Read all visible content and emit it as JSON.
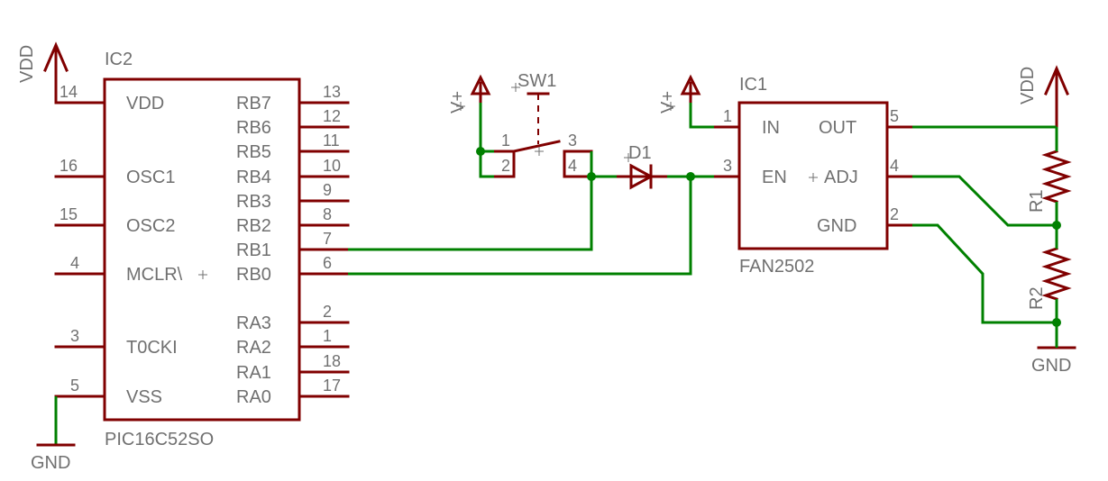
{
  "ic2": {
    "name": "IC2",
    "value": "PIC16C52SO",
    "pins_left": [
      {
        "num": "14",
        "name": "VDD"
      },
      {
        "num": "16",
        "name": "OSC1"
      },
      {
        "num": "15",
        "name": "OSC2"
      },
      {
        "num": "4",
        "name": "MCLR\\"
      },
      {
        "num": "3",
        "name": "T0CKI"
      },
      {
        "num": "5",
        "name": "VSS"
      }
    ],
    "pins_right": [
      {
        "num": "13",
        "name": "RB7"
      },
      {
        "num": "12",
        "name": "RB6"
      },
      {
        "num": "11",
        "name": "RB5"
      },
      {
        "num": "10",
        "name": "RB4"
      },
      {
        "num": "9",
        "name": "RB3"
      },
      {
        "num": "8",
        "name": "RB2"
      },
      {
        "num": "7",
        "name": "RB1"
      },
      {
        "num": "6",
        "name": "RB0"
      },
      {
        "num": "2",
        "name": "RA3"
      },
      {
        "num": "1",
        "name": "RA2"
      },
      {
        "num": "18",
        "name": "RA1"
      },
      {
        "num": "17",
        "name": "RA0"
      }
    ]
  },
  "ic1": {
    "name": "IC1",
    "value": "FAN2502",
    "pins": [
      {
        "num": "1",
        "name": "IN"
      },
      {
        "num": "3",
        "name": "EN"
      },
      {
        "num": "5",
        "name": "OUT"
      },
      {
        "num": "4",
        "name": "ADJ"
      },
      {
        "num": "2",
        "name": "GND"
      }
    ]
  },
  "sw1": {
    "name": "SW1",
    "pins": [
      "1",
      "2",
      "3",
      "4"
    ]
  },
  "d1": {
    "name": "D1"
  },
  "r1": {
    "name": "R1"
  },
  "r2": {
    "name": "R2"
  },
  "supplies": {
    "vdd_left": "VDD",
    "vdd_right": "VDD",
    "vplus_sw": "V+",
    "vplus_ic1": "V+",
    "gnd_left": "GND",
    "gnd_right": "GND"
  }
}
